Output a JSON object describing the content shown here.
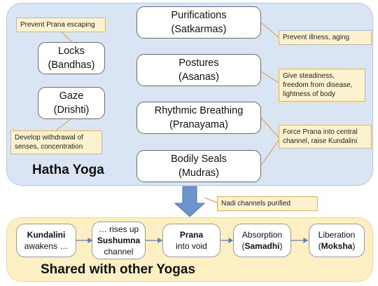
{
  "hatha": {
    "title": "Hatha Yoga",
    "practices": [
      {
        "name": "Purifications",
        "sanskrit": "(Satkarmas)"
      },
      {
        "name": "Postures",
        "sanskrit": "(Asanas)"
      },
      {
        "name": "Rhythmic Breathing",
        "sanskrit": "(Pranayama)"
      },
      {
        "name": "Bodily Seals",
        "sanskrit": "(Mudras)"
      },
      {
        "name": "Locks",
        "sanskrit": "(Bandhas)"
      },
      {
        "name": "Gaze",
        "sanskrit": "(Drishti)"
      }
    ],
    "notes": {
      "prevent_prana": "Prevent Prana escaping",
      "develop_withdrawal": "Develop withdrawal of senses, concentration",
      "prevent_illness": "Prevent illness, aging",
      "give_steadiness": "Give steadiness, freedom from disease, lightness of body",
      "force_prana": "Force Prana into central channel, raise Kundalini"
    }
  },
  "transition_note": "Nadi channels purified",
  "shared": {
    "title": "Shared with other Yogas",
    "stages": [
      {
        "bold": "Kundalini",
        "text": "awakens …"
      },
      {
        "pre": "… rises up",
        "bold": "Sushumna",
        "text": "channel"
      },
      {
        "bold": "Prana",
        "text": "into void"
      },
      {
        "pre": "Absorption",
        "bold": "Samadhi",
        "open": "(",
        "close": ")"
      },
      {
        "pre": "Liberation",
        "bold": "Moksha",
        "open": "(",
        "close": ")"
      }
    ]
  },
  "colors": {
    "hatha_panel": "#dae5f4",
    "shared_panel": "#fcefc4",
    "note_fill": "#fdf2cf",
    "note_border": "#e3b35d",
    "arrow": "#6d93cd",
    "flow_arrow": "#5a7fb8"
  }
}
